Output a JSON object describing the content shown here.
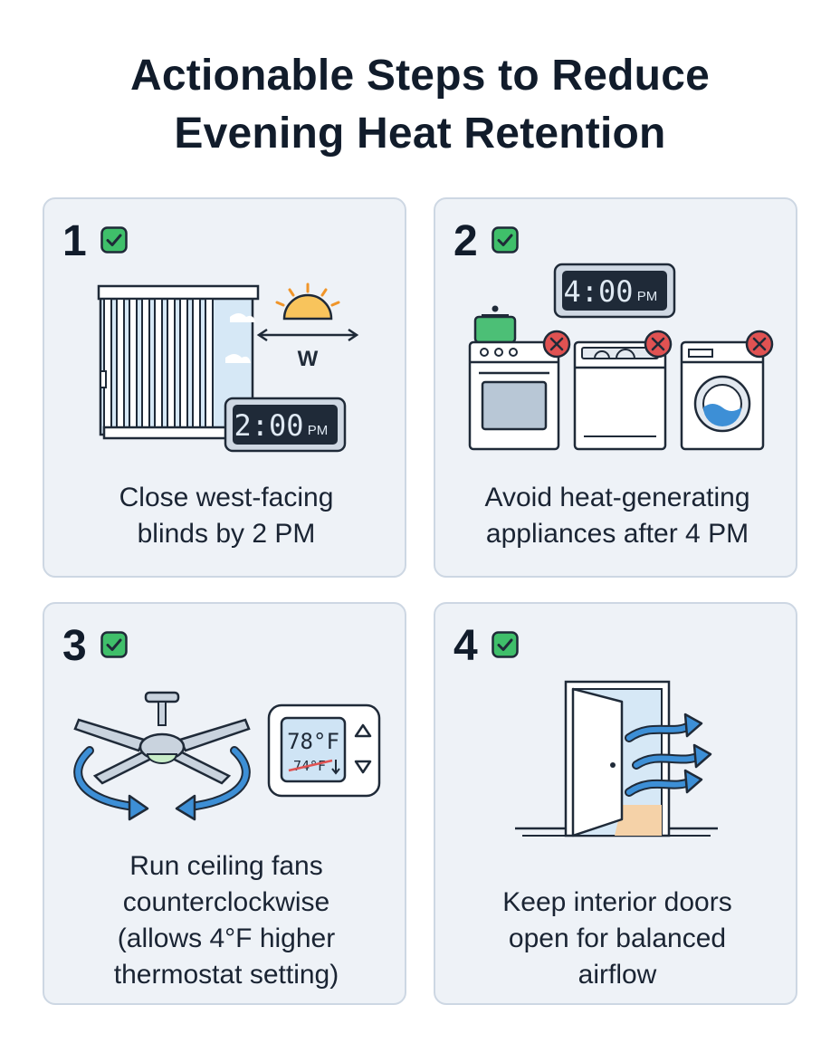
{
  "title": {
    "line1": "Actionable Steps to Reduce",
    "line2": "Evening Heat Retention"
  },
  "colors": {
    "check_green": "#3fbf6a",
    "x_red": "#e05252",
    "arrow_blue": "#3d8fd6",
    "card_bg": "#eef2f7"
  },
  "steps": [
    {
      "number": "1",
      "icons": [
        "check-icon",
        "window-blinds-icon",
        "sun-icon",
        "digital-clock-icon"
      ],
      "direction_label": "W",
      "clock_time": "2:00",
      "clock_suffix": "PM",
      "caption_line1": "Close west-facing",
      "caption_line2": "blinds by 2 PM"
    },
    {
      "number": "2",
      "icons": [
        "check-icon",
        "digital-clock-icon",
        "stove-icon",
        "dishwasher-icon",
        "washing-machine-icon",
        "x-circle-icon"
      ],
      "clock_time": "4:00",
      "clock_suffix": "PM",
      "caption_line1": "Avoid heat-generating",
      "caption_line2": "appliances after 4 PM"
    },
    {
      "number": "3",
      "icons": [
        "check-icon",
        "ceiling-fan-icon",
        "thermostat-icon"
      ],
      "thermostat_value": "78°F",
      "thermostat_old_value": "74°F",
      "caption_line1": "Run ceiling fans",
      "caption_line2": "counterclockwise",
      "caption_line3": "(allows 4°F higher",
      "caption_line4": "thermostat setting)"
    },
    {
      "number": "4",
      "icons": [
        "check-icon",
        "open-door-icon",
        "airflow-arrow-icon"
      ],
      "caption_line1": "Keep interior doors",
      "caption_line2": "open for balanced",
      "caption_line3": "airflow"
    }
  ]
}
